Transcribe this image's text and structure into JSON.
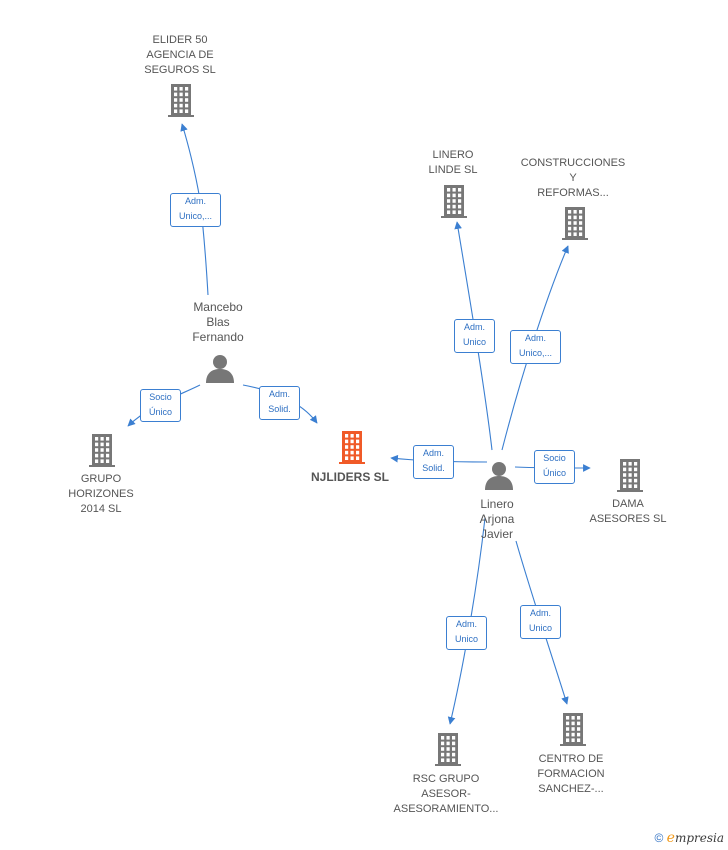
{
  "nodes": {
    "elider": {
      "label": "ELIDER 50\nAGENCIA DE\nSEGUROS  SL",
      "kind": "company"
    },
    "mancebo": {
      "label": "Mancebo\nBlas\nFernando",
      "kind": "person"
    },
    "grupo": {
      "label": "GRUPO\nHORIZONES\n2014  SL",
      "kind": "company"
    },
    "njliders": {
      "label": "NJLIDERS  SL",
      "kind": "company-focus"
    },
    "linde": {
      "label": "LINERO\nLINDE  SL",
      "kind": "company"
    },
    "construcciones": {
      "label": "CONSTRUCCIONES\nY\nREFORMAS...",
      "kind": "company"
    },
    "linero": {
      "label": "Linero\nArjona\nJavier",
      "kind": "person"
    },
    "dama": {
      "label": "DAMA\nASESORES SL",
      "kind": "company"
    },
    "rsc": {
      "label": "RSC GRUPO\nASESOR-\nASESORAMIENTO...",
      "kind": "company"
    },
    "centro": {
      "label": "CENTRO DE\nFORMACION\nSANCHEZ-...",
      "kind": "company"
    }
  },
  "relations": {
    "mancebo_elider": "Adm.\nUnico,...",
    "mancebo_grupo": "Socio\nÚnico",
    "mancebo_njliders": "Adm.\nSolid.",
    "linero_njliders": "Adm.\nSolid.",
    "linero_linde": "Adm.\nUnico",
    "linero_construcciones": "Adm.\nUnico,...",
    "linero_dama": "Socio\nÚnico",
    "linero_rsc": "Adm.\nUnico",
    "linero_centro": "Adm.\nUnico"
  },
  "colors": {
    "company": "#777777",
    "focus": "#f05a28",
    "person": "#777777",
    "edge": "#3b7fd1"
  },
  "icons": {
    "company": "building-icon",
    "person": "person-icon"
  },
  "footer": {
    "copyright": "©",
    "brand_e": "e",
    "brand_rest": "mpresia"
  }
}
